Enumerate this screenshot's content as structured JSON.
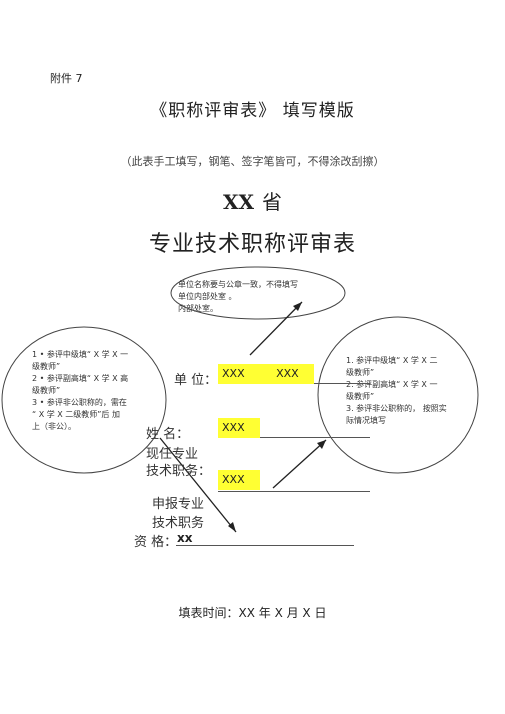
{
  "header": {
    "attachment": "附件 7",
    "title": "《职称评审表》 填写模版",
    "note": "（此表手工填写，钢笔、签字笔皆可，不得涂改刮擦）"
  },
  "form": {
    "province_prefix": "XX",
    "province_suffix": "省",
    "title": "专业技术职称评审表",
    "unit_label": "单 位：",
    "unit_value_1": "XXX",
    "unit_value_2": "XXX",
    "name_label": "姓 名：",
    "name_value": "XXX",
    "current_label_1": "现任专业",
    "current_label_2": "技术职务：",
    "current_value": "XXX",
    "apply_label_1": "申报专业",
    "apply_label_2": "技术职务",
    "apply_label_3": "资 格：",
    "apply_value": "xx",
    "date": "填表时间：XX 年 X 月 X 日"
  },
  "callouts": {
    "top": {
      "line1": "单位名称要与公章一致，不得填写",
      "line2": "单位内部处室 。",
      "line3": "内部处室。"
    },
    "left": {
      "line1": "1 • 参评中级填“ X 学 X 一",
      "line2": "级教师”",
      "line3": "2 • 参评副高填“ X 学 X 高",
      "line4": "级教师”",
      "line5": "3 • 参评非公职称的，需在",
      "line6": "“ X 学 X 二级教师”后 加",
      "line7": "上（非公）。"
    },
    "right": {
      "line1": "1.  参评中级填“ X  学 X  二",
      "line2": "级教师”",
      "line3": "2.  参评副高填“ X  学 X  一",
      "line4": "级教师”",
      "line5": "3.  参评非公职称的，  按照实",
      "line6": "际情况填写"
    }
  }
}
